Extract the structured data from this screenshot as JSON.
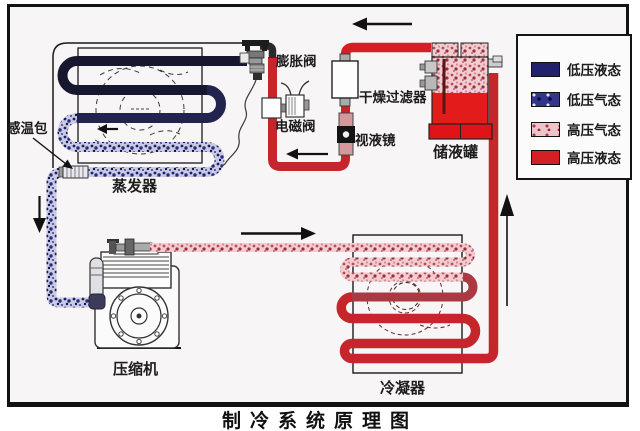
{
  "title": "制冷系统原理图",
  "components": {
    "sensing_bulb": "感温包",
    "evaporator": "蒸发器",
    "compressor": "压缩机",
    "condenser": "冷凝器",
    "receiver_tank": "储液罐",
    "filter_drier": "干燥过滤器",
    "sight_glass": "视液镜",
    "solenoid_valve": "电磁阀",
    "expansion_valve": "膨胀阀"
  },
  "legend": {
    "items": [
      {
        "label": "低压液态",
        "state": "low-pressure-liquid",
        "color": "#21216e"
      },
      {
        "label": "低压气态",
        "state": "low-pressure-gas",
        "color": "#34348a"
      },
      {
        "label": "高压气态",
        "state": "high-pressure-gas",
        "color": "#eec3ca"
      },
      {
        "label": "高压液态",
        "state": "high-pressure-liquid",
        "color": "#d41f24"
      }
    ]
  },
  "colors": {
    "low_pressure_liquid_pipe": "#17172f",
    "low_pressure_gas_base": "#c9cbe0",
    "high_pressure_gas_base": "#f1ccd1",
    "high_pressure_liquid_pipe": "#c5252b",
    "frame": "#121212"
  }
}
